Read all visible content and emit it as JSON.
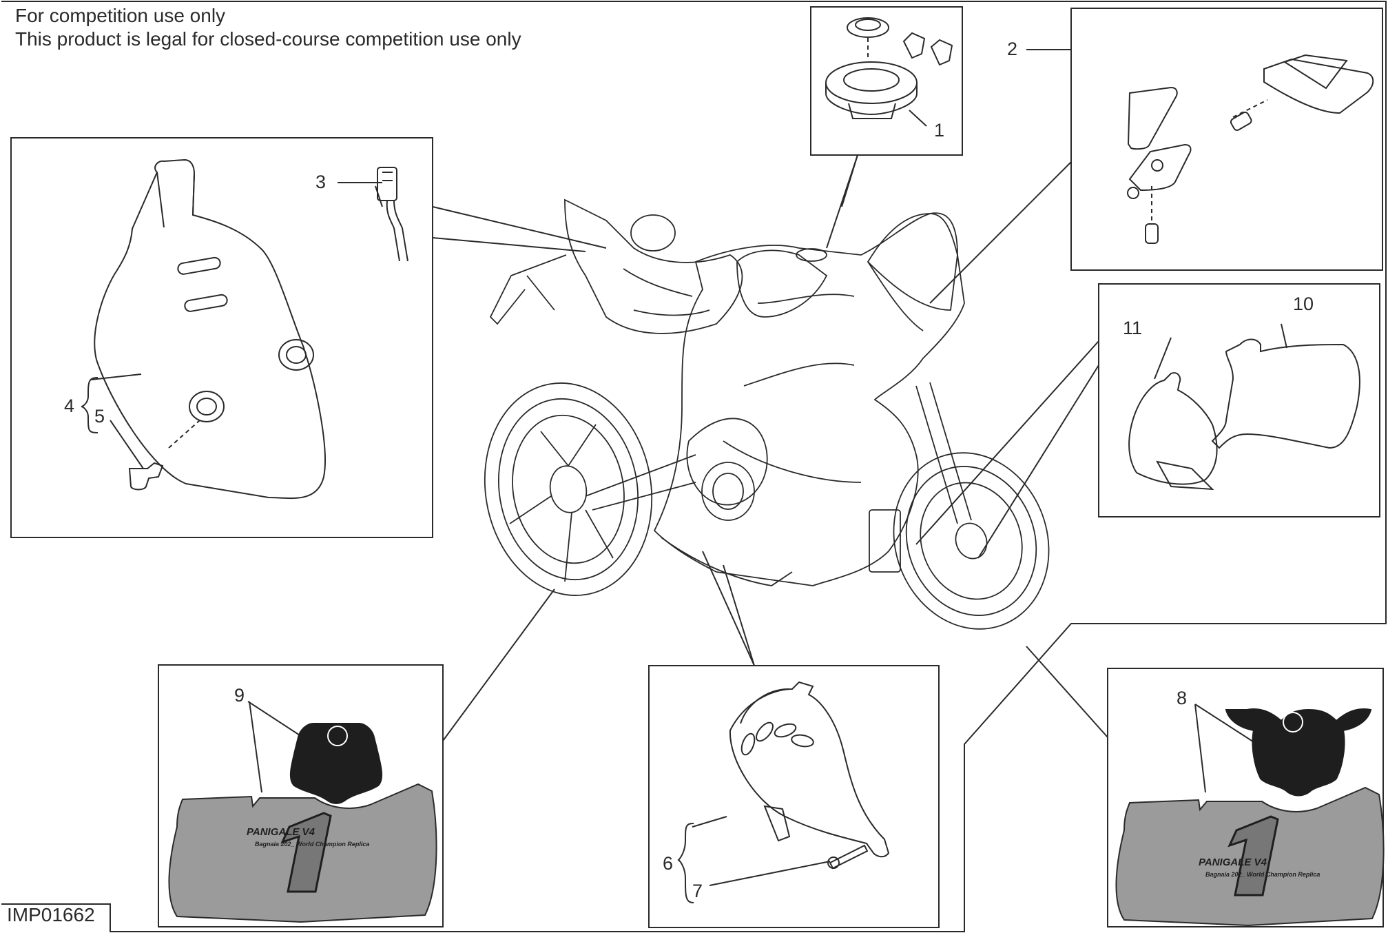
{
  "notes": {
    "line1": "For competition use only",
    "line2": "This product is legal for closed-course competition use only"
  },
  "drawing_code": "IMP01662",
  "callouts": {
    "c1": "1",
    "c2": "2",
    "c3": "3",
    "c4": "4",
    "c5": "5",
    "c6": "6",
    "c7": "7",
    "c8": "8",
    "c9": "9",
    "c10": "10",
    "c11": "11"
  },
  "cover_print": {
    "model": "PANIGALE V4",
    "replica_left": "Bagnaia 202_ World Champion Replica",
    "replica_right": "Bagnaia 202_ World Champion Replica",
    "number": "1"
  },
  "colors": {
    "line": "#2a2a2a",
    "cover_fill": "#9b9b9b",
    "dark_part": "#1e1e1e"
  }
}
